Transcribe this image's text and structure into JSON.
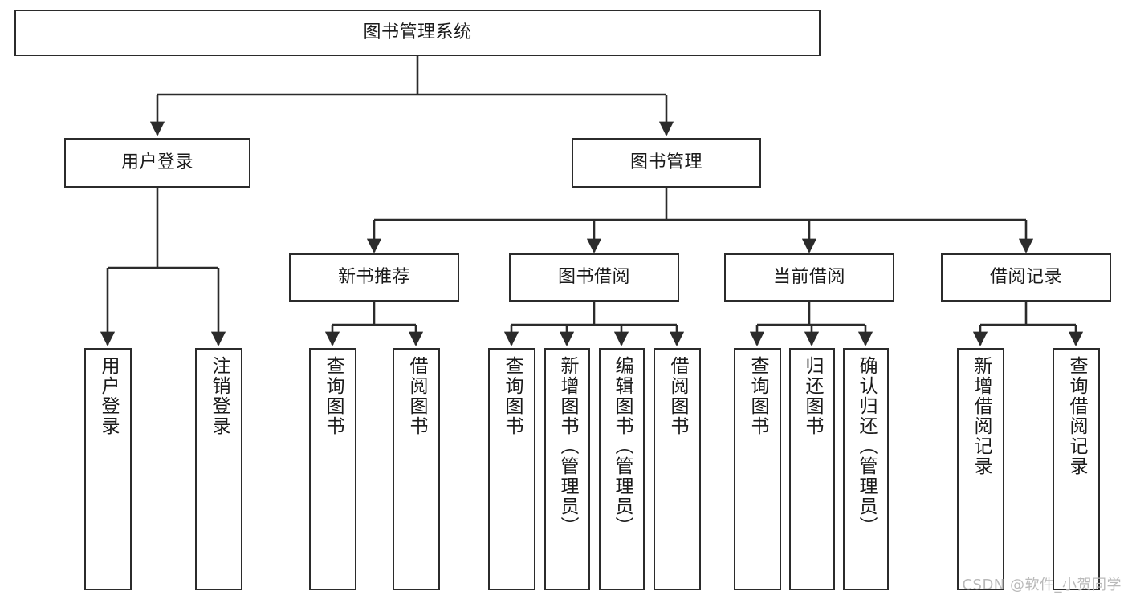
{
  "diagram": {
    "title": "图书管理系统",
    "watermark": "CSDN @软件_小贺同学",
    "accent_color": "#2b2b2b",
    "background_color": "#ffffff",
    "nodes": {
      "root": {
        "label": "图书管理系统"
      },
      "level2": {
        "user_login": {
          "label": "用户登录"
        },
        "book_manage": {
          "label": "图书管理"
        }
      },
      "level3": {
        "new_book_rec": {
          "label": "新书推荐"
        },
        "book_borrow": {
          "label": "图书借阅"
        },
        "current_borrow": {
          "label": "当前借阅"
        },
        "borrow_record": {
          "label": "借阅记录"
        }
      },
      "leaves": {
        "user_login_children": [
          {
            "label": "用户登录"
          },
          {
            "label": "注销登录"
          }
        ],
        "new_book_rec_children": [
          {
            "label": "查询图书"
          },
          {
            "label": "借阅图书"
          }
        ],
        "book_borrow_children": [
          {
            "label": "查询图书"
          },
          {
            "label": "新增图书（管理员）"
          },
          {
            "label": "编辑图书（管理员）"
          },
          {
            "label": "借阅图书"
          }
        ],
        "current_borrow_children": [
          {
            "label": "查询图书"
          },
          {
            "label": "归还图书"
          },
          {
            "label": "确认归还（管理员）"
          }
        ],
        "borrow_record_children": [
          {
            "label": "新增借阅记录"
          },
          {
            "label": "查询借阅记录"
          }
        ]
      }
    }
  }
}
